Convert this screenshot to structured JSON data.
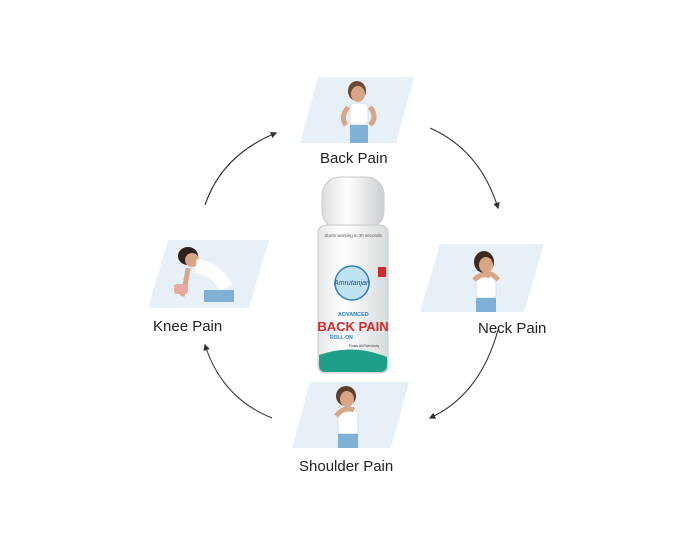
{
  "labels": {
    "back": "Back Pain",
    "neck": "Neck Pain",
    "shoulder": "Shoulder Pain",
    "knee": "Knee Pain"
  },
  "product": {
    "top_band_text": "Starts working in 30 seconds",
    "brand": "Amrutanjan",
    "line1": "ADVANCED",
    "line2": "BACK PAIN",
    "line3": "ROLL-ON",
    "small_claim": "Flows all Pain body"
  },
  "colors": {
    "panel_bg": "#e9f2f8",
    "accent_blue": "#2e7fc0",
    "back_pain_red": "#d42a2a",
    "teal": "#1f9e8a",
    "arrow": "#333333"
  }
}
